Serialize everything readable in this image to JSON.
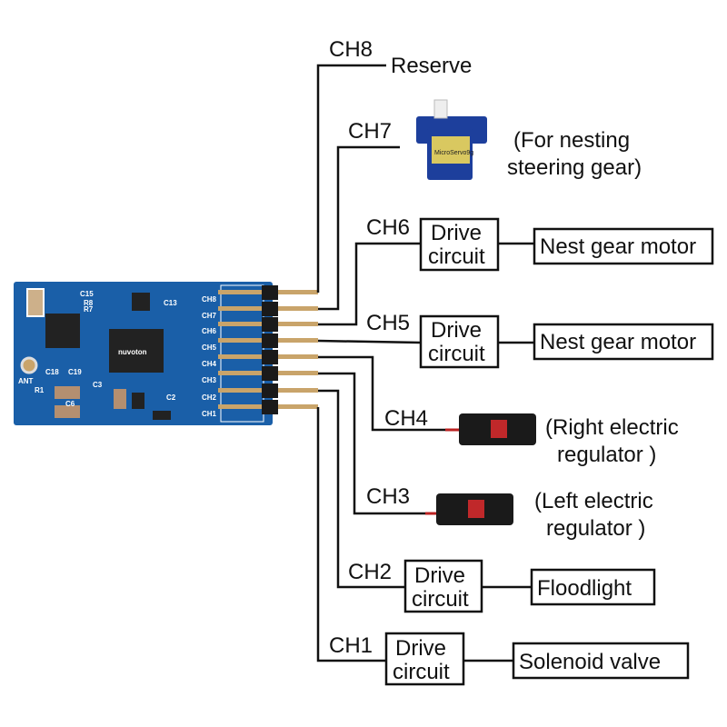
{
  "channels": {
    "ch8": {
      "label": "CH8",
      "target": "Reserve"
    },
    "ch7": {
      "label": "CH7",
      "target_line1": "(For nesting",
      "target_line2": "steering gear)",
      "servo_text": "MicroServo9g"
    },
    "ch6": {
      "label": "CH6",
      "drive_line1": "Drive",
      "drive_line2": "circuit",
      "target": "Nest gear motor"
    },
    "ch5": {
      "label": "CH5",
      "drive_line1": "Drive",
      "drive_line2": "circuit",
      "target": "Nest gear motor"
    },
    "ch4": {
      "label": "CH4",
      "target_line1": "(Right electric",
      "target_line2": "regulator )"
    },
    "ch3": {
      "label": "CH3",
      "target_line1": "(Left electric",
      "target_line2": "regulator )"
    },
    "ch2": {
      "label": "CH2",
      "drive_line1": "Drive",
      "drive_line2": "circuit",
      "target": "Floodlight"
    },
    "ch1": {
      "label": "CH1",
      "drive_line1": "Drive",
      "drive_line2": "circuit",
      "target": "Solenoid valve"
    }
  },
  "pcb": {
    "silk": [
      "C15",
      "R8",
      "R7",
      "C13",
      "ANT",
      "C18",
      "C19",
      "R1",
      "C3",
      "C2",
      "C6"
    ],
    "pin_labels": [
      "CH8",
      "CH7",
      "CH6",
      "CH5",
      "CH4",
      "CH3",
      "CH2",
      "CH1"
    ],
    "chip_text": "nuvoton"
  },
  "colors": {
    "pcb": "#1a5fa8",
    "wire": "#111111",
    "pin": "#c9a46a",
    "header": "#1a1a1a"
  }
}
